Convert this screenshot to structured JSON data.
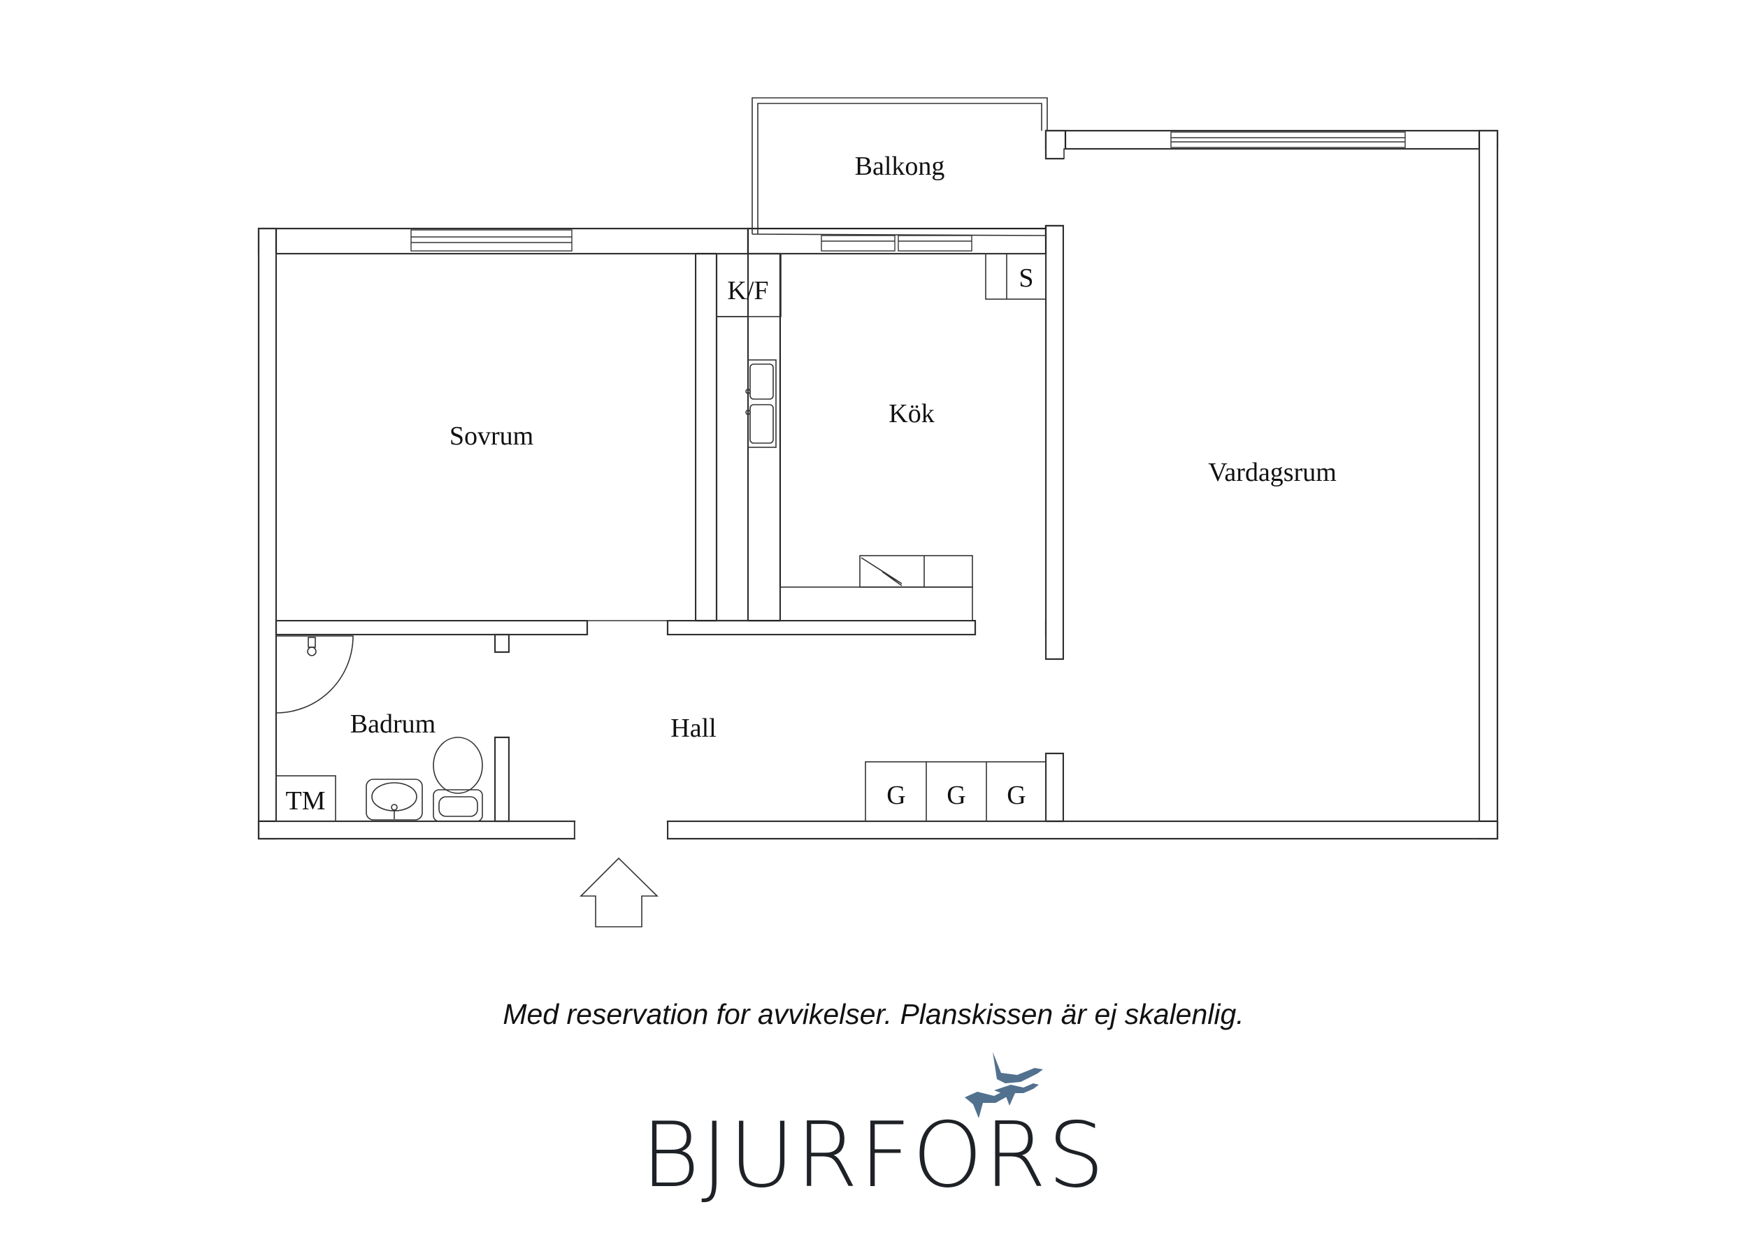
{
  "rooms": {
    "balcony": "Balkong",
    "bedroom": "Sovrum",
    "kitchen": "Kök",
    "living_room": "Vardagsrum",
    "bathroom": "Badrum",
    "hall": "Hall"
  },
  "fixtures": {
    "fridge_freezer": "K/F",
    "closet": "S",
    "washing_machine": "TM",
    "wardrobe_1": "G",
    "wardrobe_2": "G",
    "wardrobe_3": "G"
  },
  "entrance": {
    "icon": "entrance-arrow-icon"
  },
  "footer": {
    "disclaimer": "Med reservation for avvikelser. Planskissen är ej skalenlig.",
    "brand": "BJURFORS",
    "logo_icon": "geese-icon",
    "logo_color": "#52718f"
  }
}
